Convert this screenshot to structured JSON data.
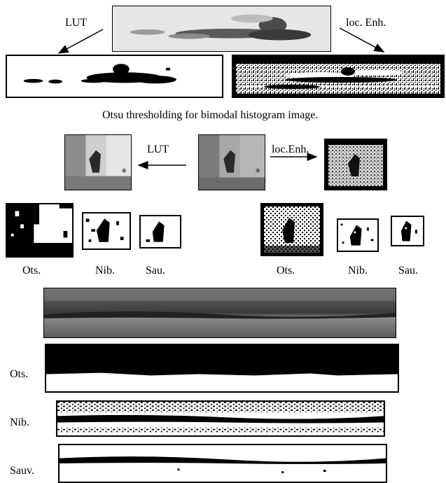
{
  "fig1": {
    "label_lut": "LUT",
    "label_loc_enh": "loc. Enh.",
    "caption": "Otsu thresholding for bimodal histogram image."
  },
  "fig2": {
    "label_lut": "LUT",
    "label_loc_enh": "loc.Enh.",
    "left_labels": [
      "Ots.",
      "Nib.",
      "Sau."
    ],
    "right_labels": [
      "Ots.",
      "Nib.",
      "Sau."
    ]
  },
  "fig3": {
    "row_labels": [
      "Ots.",
      "Nib.",
      "Sauv."
    ]
  }
}
